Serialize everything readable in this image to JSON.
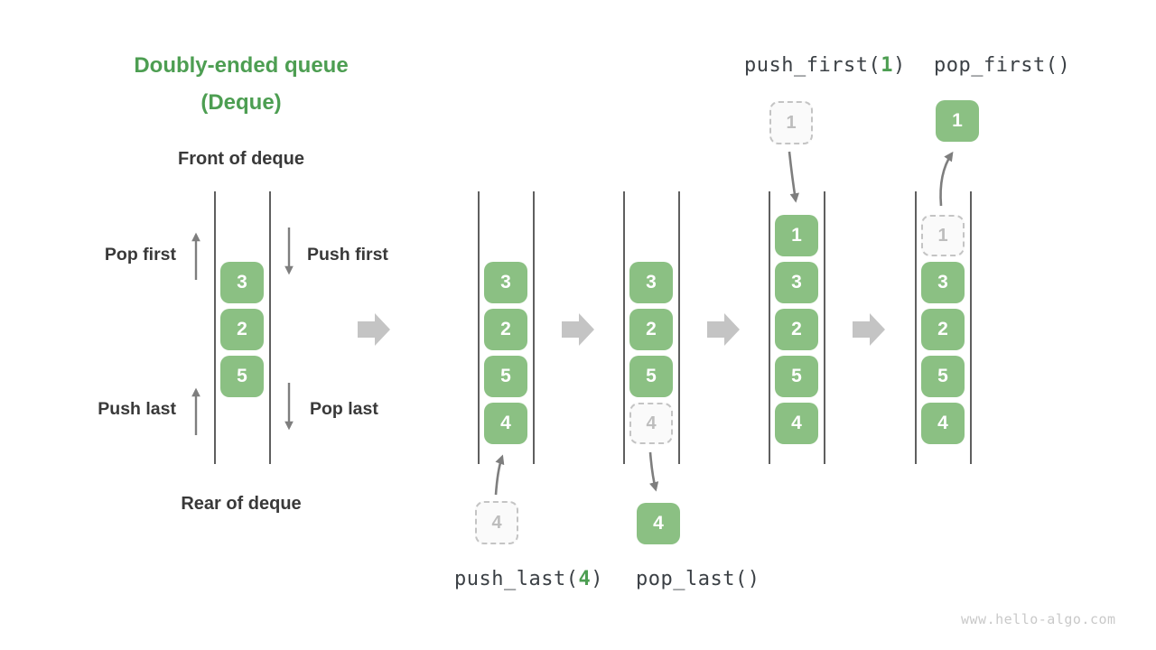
{
  "title": {
    "line1": "Doubly-ended queue",
    "line2": "(Deque)"
  },
  "deque_labels": {
    "front": "Front of deque",
    "rear": "Rear of deque",
    "pop_first": "Pop first",
    "push_first": "Push first",
    "push_last": "Push last",
    "pop_last": "Pop last"
  },
  "operations": {
    "push_first": {
      "prefix": "push_first(",
      "arg": "1",
      "suffix": ")"
    },
    "pop_first": {
      "text": "pop_first()"
    },
    "push_last": {
      "prefix": "push_last(",
      "arg": "4",
      "suffix": ")"
    },
    "pop_last": {
      "text": "pop_last()"
    }
  },
  "queues": {
    "initial": {
      "cells": [
        "3",
        "2",
        "5"
      ]
    },
    "after_push_last": {
      "cells": [
        "3",
        "2",
        "5",
        "4"
      ],
      "incoming": "4"
    },
    "after_pop_last": {
      "cells": [
        "3",
        "2",
        "5"
      ],
      "ghost": "4",
      "popped": "4"
    },
    "after_push_first": {
      "cells": [
        "1",
        "3",
        "2",
        "5",
        "4"
      ],
      "incoming": "1"
    },
    "after_pop_first": {
      "cells": [
        "3",
        "2",
        "5",
        "4"
      ],
      "ghost": "1",
      "popped": "1"
    }
  },
  "watermark": "www.hello-algo.com",
  "colors": {
    "title_green": "#4d9e52",
    "cell_green": "#8bc083",
    "cell_text": "#ffffff",
    "ghost_border": "#c4c4c4",
    "ghost_text": "#bdbdbd",
    "wall_gray": "#5f5f5f",
    "thin_arrow_gray": "#7e7e7e",
    "block_arrow_gray": "#c4c4c4",
    "label_dark": "#393939",
    "code_dark": "#3b4045",
    "watermark_gray": "#c9c9c9"
  }
}
